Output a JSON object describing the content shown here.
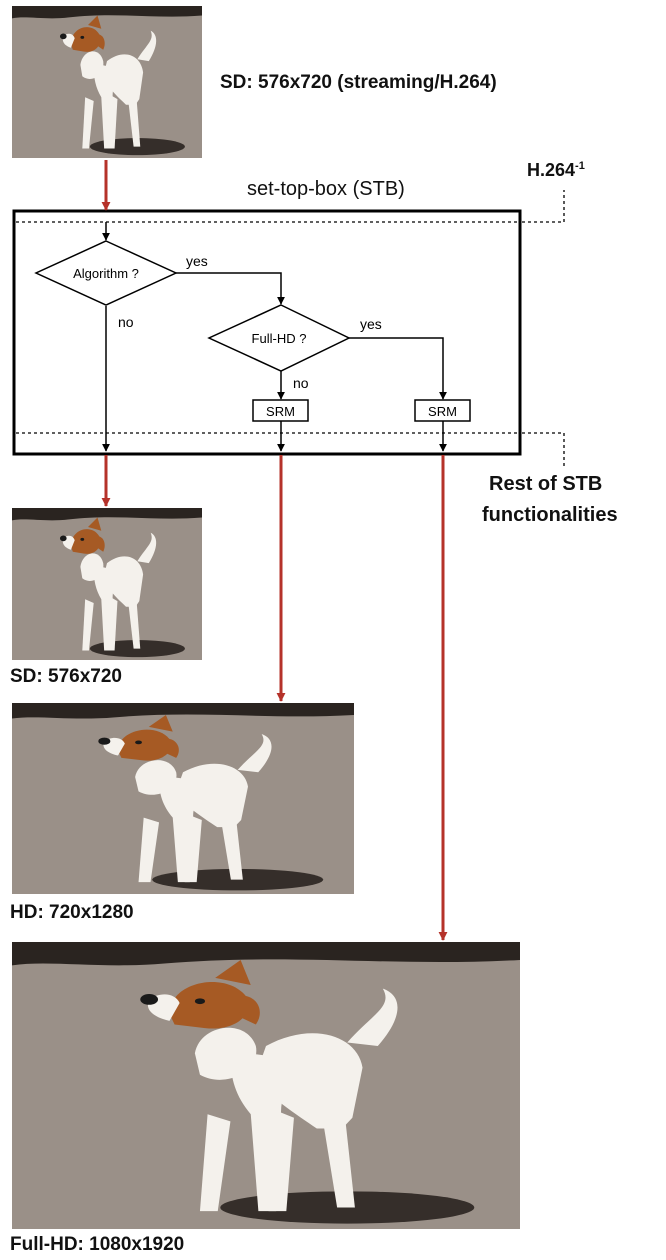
{
  "labels": {
    "sd_input": "SD: 576x720 (streaming/H.264)",
    "decoder": "H.264",
    "decoder_sup": "-1",
    "stb_title": "set-top-box (STB)",
    "rest_line1": "Rest of STB",
    "rest_line2": "functionalities",
    "sd_output": "SD: 576x720",
    "hd_output": "HD: 720x1280",
    "fullhd_output": "Full-HD: 1080x1920"
  },
  "flow": {
    "decision_algorithm": "Algorithm ?",
    "decision_fullhd": "Full-HD ?",
    "yes": "yes",
    "no": "no",
    "srm": "SRM"
  },
  "colors": {
    "arrow_red": "#b5322a",
    "line_black": "#000000",
    "ground": "#9a9088",
    "shadow": "#2a2420",
    "dog_white": "#f4f1ec",
    "dog_brown": "#a65a24"
  }
}
